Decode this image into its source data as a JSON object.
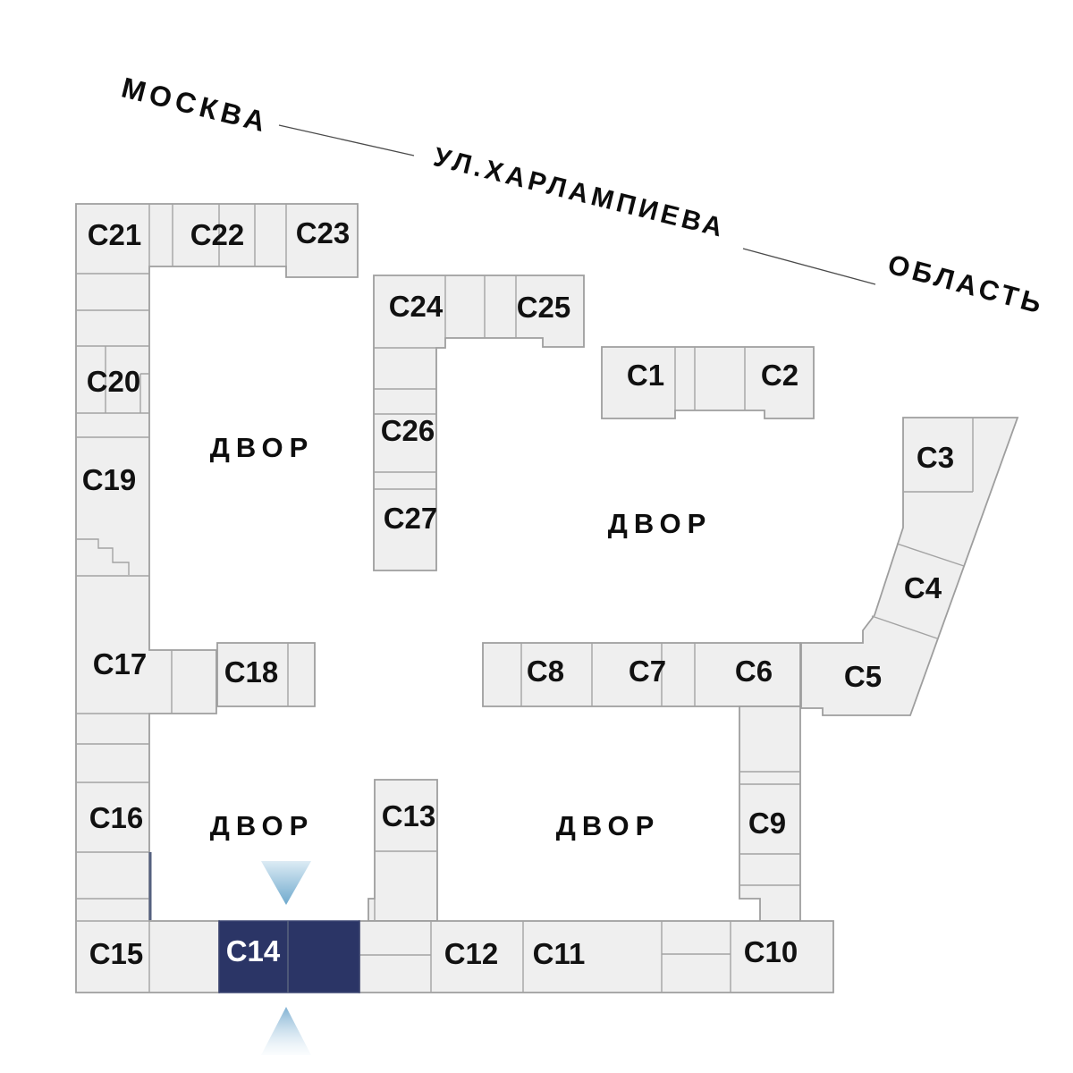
{
  "map": {
    "street": {
      "city": "МОСКВА",
      "name": "УЛ.ХАРЛАМПИЕВА",
      "area": "ОБЛАСТЬ"
    },
    "courtyard": "ДВОР",
    "selected_section": "С14",
    "sections": {
      "c1": "С1",
      "c2": "С2",
      "c3": "С3",
      "c4": "С4",
      "c5": "С5",
      "c6": "С6",
      "c7": "С7",
      "c8": "С8",
      "c9": "С9",
      "c10": "С10",
      "c11": "С11",
      "c12": "С12",
      "c13": "С13",
      "c14": "С14",
      "c15": "С15",
      "c16": "С16",
      "c17": "С17",
      "c18": "С18",
      "c19": "С19",
      "c20": "С20",
      "c21": "С21",
      "c22": "С22",
      "c23": "С23",
      "c24": "С24",
      "c25": "С25",
      "c26": "С26",
      "c27": "С27"
    },
    "colors": {
      "building_fill": "#efefef",
      "building_stroke": "#9e9e9e",
      "selected_fill": "#2b3566",
      "selected_divider": "#4d5878",
      "selected_edge": "#55607f",
      "arrow_strong": "#74aecf",
      "arrow_faint": "#eef5fa"
    }
  }
}
